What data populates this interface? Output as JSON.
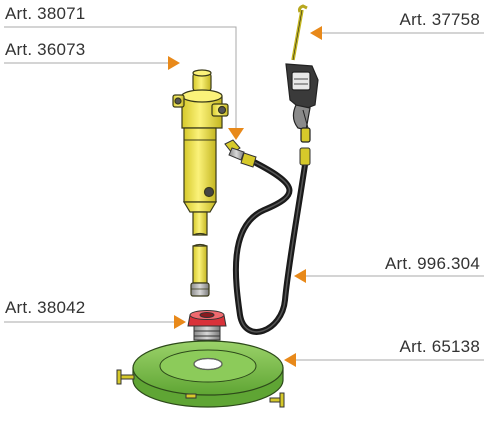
{
  "labels": {
    "art_38071": "Art. 38071",
    "art_36073": "Art. 36073",
    "art_37758": "Art. 37758",
    "art_996304": "Art. 996.304",
    "art_38042": "Art. 38042",
    "art_65138": "Art. 65138"
  },
  "colors": {
    "leader_line": "#999999",
    "arrow_head": "#e8891a",
    "pump_body": "#f2e64a",
    "lid": "#7cc04a",
    "adapter": "#d9323a",
    "hose": "#1a1a1a",
    "handle_valve": "#888888"
  }
}
